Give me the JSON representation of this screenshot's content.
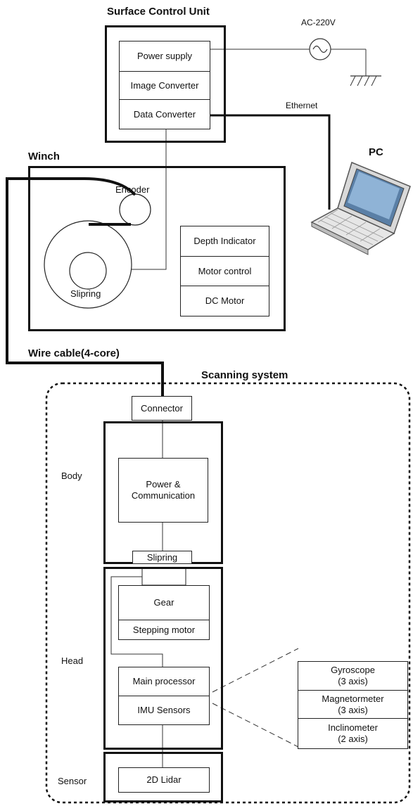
{
  "headings": {
    "surface_control_unit": "Surface Control Unit",
    "winch": "Winch",
    "pc": "PC",
    "wire_cable": "Wire cable(4-core)",
    "scanning_system": "Scanning system"
  },
  "labels": {
    "ac_220v": "AC-220V",
    "ethernet": "Ethernet",
    "encoder": "Encoder",
    "slipring_winch": "Slipring",
    "body": "Body",
    "head": "Head",
    "sensor": "Sensor"
  },
  "surface_control_unit": {
    "power_supply": "Power supply",
    "image_converter": "Image Converter",
    "data_converter": "Data Converter"
  },
  "winch": {
    "depth_indicator": "Depth Indicator",
    "motor_control": "Motor control",
    "dc_motor": "DC Motor"
  },
  "scanning_system": {
    "connector": "Connector",
    "power_communication_line1": "Power &",
    "power_communication_line2": "Communication",
    "slipring": "Slipring",
    "gear": "Gear",
    "stepping_motor": "Stepping motor",
    "main_processor": "Main processor",
    "imu_sensors": "IMU Sensors",
    "lidar": "2D Lidar"
  },
  "imu_detail": {
    "gyroscope": "Gyroscope",
    "gyroscope_axis": "(3 axis)",
    "magnetometer": "Magnetormeter",
    "magnetometer_axis": "(3 axis)",
    "inclinometer": "Inclinometer",
    "inclinometer_axis": "(2 axis)"
  }
}
